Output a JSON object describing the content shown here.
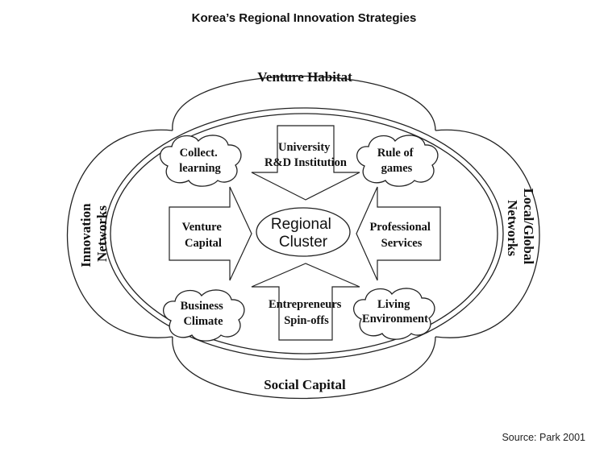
{
  "title": "Korea’s Regional Innovation Strategies",
  "source": "Source: Park 2001",
  "outer_lobes": {
    "top": "Venture Habitat",
    "bottom": "Social Capital",
    "left": [
      "Innovation",
      "Networks"
    ],
    "right": [
      "Local/Global",
      "Networks"
    ]
  },
  "center": [
    "Regional",
    "Cluster"
  ],
  "arrows": {
    "top": [
      "University",
      "R&D Institution"
    ],
    "left": [
      "Venture",
      "Capital"
    ],
    "right": [
      "Professional",
      "Services"
    ],
    "bottom": [
      "Entrepreneurs",
      "Spin-offs"
    ]
  },
  "clouds": {
    "top_left": [
      "Collect.",
      "learning"
    ],
    "top_right": [
      "Rule of",
      "games"
    ],
    "bottom_left": [
      "Business",
      "Climate"
    ],
    "bottom_right": [
      "Living",
      "Environment"
    ]
  }
}
